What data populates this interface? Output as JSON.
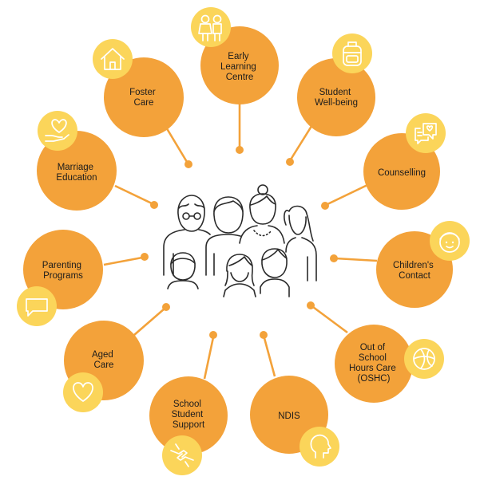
{
  "services": [
    {
      "id": "early-learning-centre",
      "lines": [
        "Early",
        "Learning",
        "Centre"
      ],
      "icon": "children-icon"
    },
    {
      "id": "student-wellbeing",
      "lines": [
        "Student",
        "Well-being"
      ],
      "icon": "backpack-icon"
    },
    {
      "id": "counselling",
      "lines": [
        "Counselling"
      ],
      "icon": "chat-heart-icon"
    },
    {
      "id": "childrens-contact",
      "lines": [
        "Children's",
        "Contact"
      ],
      "icon": "child-face-icon"
    },
    {
      "id": "oshc",
      "lines": [
        "Out of",
        "School",
        "Hours Care",
        "(OSHC)"
      ],
      "icon": "ball-icon"
    },
    {
      "id": "ndis",
      "lines": [
        "NDIS"
      ],
      "icon": "head-profile-icon"
    },
    {
      "id": "school-student-support",
      "lines": [
        "School",
        "Student",
        "Support"
      ],
      "icon": "helping-hands-icon"
    },
    {
      "id": "aged-care",
      "lines": [
        "Aged",
        "Care"
      ],
      "icon": "heart-icon"
    },
    {
      "id": "parenting-programs",
      "lines": [
        "Parenting",
        "Programs"
      ],
      "icon": "speech-bubble-icon"
    },
    {
      "id": "marriage-education",
      "lines": [
        "Marriage",
        "Education"
      ],
      "icon": "heart-hand-icon"
    },
    {
      "id": "foster-care",
      "lines": [
        "Foster",
        "Care"
      ],
      "icon": "house-icon"
    }
  ],
  "center": {
    "icon": "family-icon"
  },
  "colors": {
    "node": "#f3a23a",
    "badge": "#fbd55a",
    "connector": "#f3a23a",
    "text": "#1c1c1c",
    "icon_line": "#2a2a2a"
  }
}
